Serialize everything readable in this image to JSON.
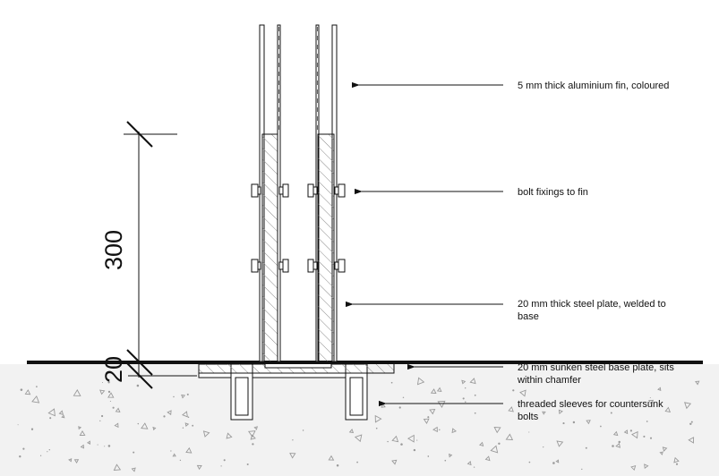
{
  "annotations": {
    "fin": "5 mm thick aluminium fin, coloured",
    "bolts": "bolt fixings to fin",
    "steel_plate_line1": "20 mm thick steel plate, welded to",
    "steel_plate_line2": "base",
    "base_plate_line1": "20 mm sunken steel base plate, sits",
    "base_plate_line2": "within chamfer",
    "sleeves_line1": "threaded sleeves for countersunk",
    "sleeves_line2": "bolts"
  },
  "dimensions": {
    "height": "300",
    "base": "20"
  },
  "colors": {
    "line": "#111111",
    "hatch": "#8a8a8a",
    "concrete": "#f2f2f2",
    "aggregate": "#9a9a9a"
  }
}
